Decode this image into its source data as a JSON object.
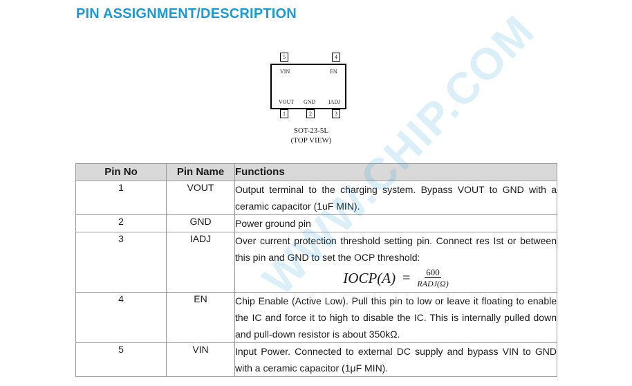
{
  "page": {
    "title": "PIN ASSIGNMENT/DESCRIPTION",
    "watermark": "WWW.CHIP.COM"
  },
  "package": {
    "caption_line1": "SOT-23-5L",
    "caption_line2": "(TOP VIEW)",
    "pins": {
      "p5": {
        "num": "5",
        "label": "VIN"
      },
      "p4": {
        "num": "4",
        "label": "EN"
      },
      "p1": {
        "num": "1",
        "label": "VOUT"
      },
      "p2": {
        "num": "2",
        "label": "GND"
      },
      "p3": {
        "num": "3",
        "label": "IADJ"
      }
    }
  },
  "table": {
    "headers": [
      "Pin No",
      "Pin Name",
      "Functions"
    ],
    "rows": [
      {
        "no": "1",
        "name": "VOUT",
        "func": "Output terminal to the charging system. Bypass VOUT to GND with a ceramic capacitor (1uF MIN)."
      },
      {
        "no": "2",
        "name": "GND",
        "func": "Power ground pin"
      },
      {
        "no": "3",
        "name": "IADJ",
        "func": "Over current protection threshold setting pin. Connect res Ist or between this pin and GND to set the OCP threshold:",
        "formula": {
          "lhs": "IOCP(A)",
          "eq": "=",
          "num": "600",
          "den": "RADJ(Ω)"
        }
      },
      {
        "no": "4",
        "name": "EN",
        "func": "Chip Enable (Active Low). Pull this pin to low or leave it floating to enable the IC and force it to high to disable the IC. This is internally pulled down and pull-down resistor is about 350kΩ."
      },
      {
        "no": "5",
        "name": "VIN",
        "func": "Input Power. Connected to external DC supply and bypass VIN to GND with a ceramic capacitor (1μF MIN)."
      }
    ]
  }
}
